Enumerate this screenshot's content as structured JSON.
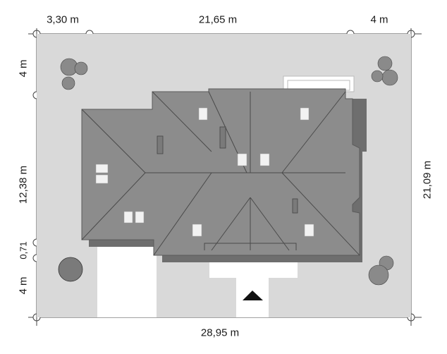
{
  "diagram": {
    "dimensions": {
      "top_left": "3,30 m",
      "top_middle": "21,65 m",
      "top_right": "4 m",
      "bottom": "28,95 m",
      "left_top": "4 m",
      "left_middle": "12,38 m",
      "left_small": "0,71",
      "left_bottom": "4 m",
      "right": "21,09 m"
    },
    "colors": {
      "plot": "#d9d9d9",
      "roof": "#8c8c8c",
      "roof_dark": "#6e6e6e",
      "driveway": "#ffffff",
      "line": "#555555"
    },
    "icons": [
      "tree-icon",
      "entrance-arrow-icon"
    ]
  }
}
